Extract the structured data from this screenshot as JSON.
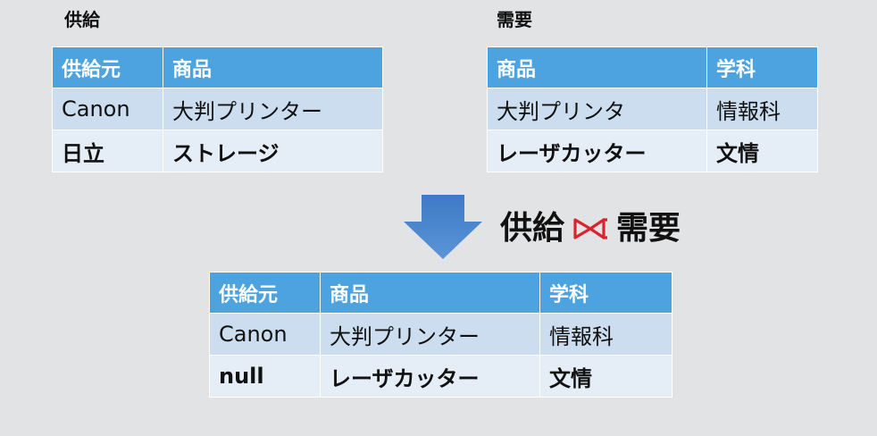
{
  "supply": {
    "caption": "供給",
    "headers": [
      "供給元",
      "商品"
    ],
    "rows": [
      [
        "Canon",
        "大判プリンター"
      ],
      [
        "日立",
        "ストレージ"
      ]
    ]
  },
  "demand": {
    "caption": "需要",
    "headers": [
      "商品",
      "学科"
    ],
    "rows": [
      [
        "大判プリンタ",
        "情報科"
      ],
      [
        "レーザカッター",
        "文情"
      ]
    ]
  },
  "join": {
    "left": "供給",
    "operator_icon": "right-outer-join-icon",
    "right": "需要"
  },
  "result": {
    "headers": [
      "供給元",
      "商品",
      "学科"
    ],
    "rows": [
      [
        "Canon",
        "大判プリンター",
        "情報科"
      ],
      [
        "null",
        "レーザカッター",
        "文情"
      ]
    ]
  },
  "colors": {
    "header_bg": "#4da3df",
    "row1_bg": "#cbddef",
    "row2_bg": "#e5edf6",
    "arrow": "#4a86cd",
    "join_symbol": "#d9232f",
    "background": "#e2e3e5"
  }
}
